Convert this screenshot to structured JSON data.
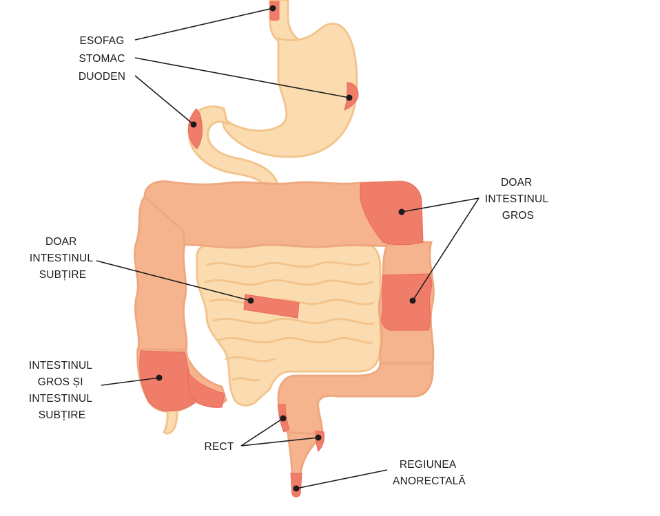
{
  "colors": {
    "small_intestine_fill": "#fbdcb0",
    "small_intestine_outline": "#f3c48c",
    "large_intestine_fill": "#f6b48e",
    "large_intestine_outline": "#eea77f",
    "affected_zone": "#f07d6a",
    "affected_zone_dark": "#e8675a",
    "leader_line": "#1c1c1c"
  },
  "labels": {
    "esophagus": "ESOFAG",
    "stomach": "STOMAC",
    "duodenum": "DUODEN",
    "small_only": [
      "DOAR",
      "INTESTINUL",
      "SUBȚIRE"
    ],
    "large_only": [
      "DOAR",
      "INTESTINUL",
      "GROS"
    ],
    "large_and_small": [
      "INTESTINUL",
      "GROS ȘI",
      "INTESTINUL",
      "SUBȚIRE"
    ],
    "rectum": "RECT",
    "anorectal": [
      "REGIUNEA",
      "ANORECTALĂ"
    ]
  }
}
